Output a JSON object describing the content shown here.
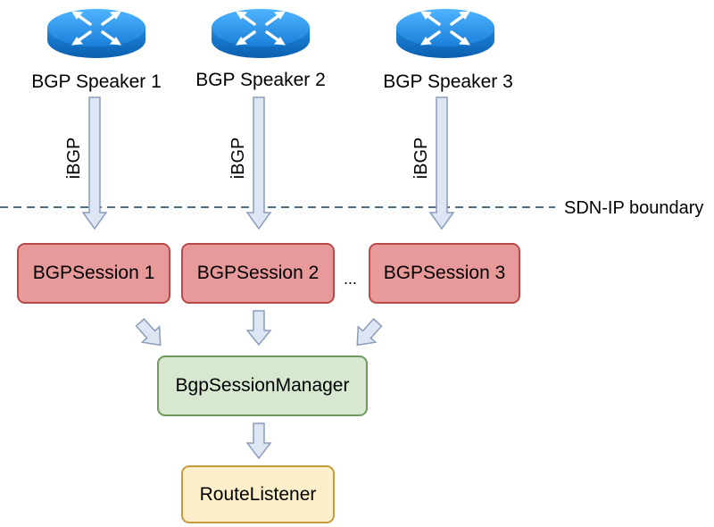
{
  "speakers": [
    {
      "label": "BGP Speaker 1",
      "link_label": "iBGP"
    },
    {
      "label": "BGP Speaker 2",
      "link_label": "iBGP"
    },
    {
      "label": "BGP Speaker 3",
      "link_label": "iBGP"
    }
  ],
  "boundary": {
    "label": "SDN-IP boundary"
  },
  "sessions": [
    {
      "label": "BGPSession 1"
    },
    {
      "label": "BGPSession 2"
    },
    {
      "label": "BGPSession 3"
    }
  ],
  "ellipsis": "...",
  "manager": {
    "label": "BgpSessionManager"
  },
  "listener": {
    "label": "RouteListener"
  },
  "colors": {
    "router_blue": "#1a8fe3",
    "session_fill": "#e8999a",
    "manager_fill": "#d7e7d0",
    "listener_fill": "#fdefc9",
    "arrow_fill": "#dde6f2",
    "arrow_stroke": "#8a9dbb",
    "boundary_line": "#4a6f86"
  },
  "icons": {
    "router": "router-icon",
    "arrow": "down-arrow"
  }
}
